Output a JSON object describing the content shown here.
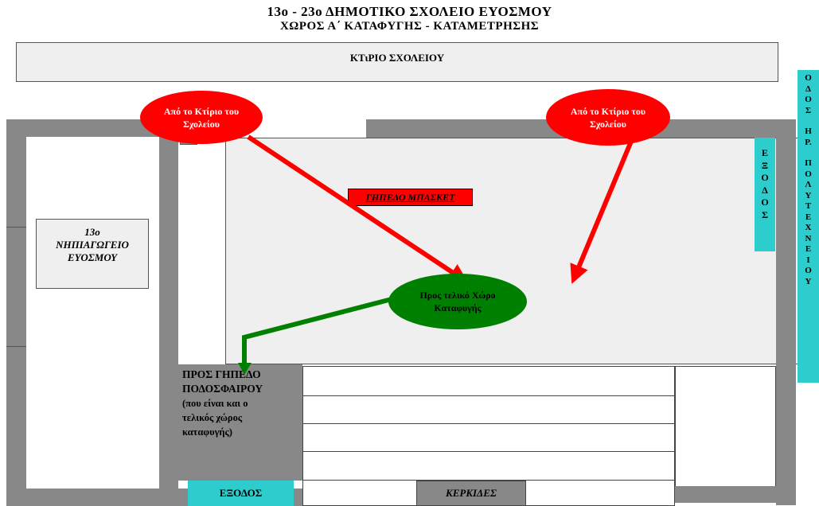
{
  "title": {
    "line1": "13ο - 23ο ΔΗΜΟΤΙΚΟ ΣΧΟΛΕΙΟ ΕΥΟΣΜΟΥ",
    "line2": "ΧΩΡΟΣ Α΄ ΚΑΤΑΦΥΓΗΣ - ΚΑΤΑΜΕΤΡΗΣΗΣ"
  },
  "school_building": "ΚΤιΡΙΟ ΣΧΟΛΕΙΟΥ",
  "kindergarten": {
    "line1": "13ο",
    "line2": "ΝΗΠΙΑΓΩΓΕΙΟ",
    "line3": "ΕΥΟΣΜΟΥ"
  },
  "basketball_court": "ΓΗΠΕΔΟ ΜΠΑΣΚΕΤ",
  "from_building_left": "Από το Κτίριο του Σχολείου",
  "from_building_right": "Από το Κτίριο του Σχολείου",
  "final_refuge": "Προς τελικό Χώρο Καταφυγής",
  "football": {
    "line1": "ΠΡΟΣ ΓΗΠΕΔΟ",
    "line2": "ΠΟΔΟΣΦΑΙΡΟΥ",
    "line3": "(που είναι και ο",
    "line4": "τελικός χώρος",
    "line5": "καταφυγής)"
  },
  "exit_bottom": "ΕΞΟΔΟΣ",
  "stands": "ΚΕΡΚΙΔΕΣ",
  "exit_side_letters": [
    "Ε",
    "Ξ",
    "Ο",
    "Δ",
    "Ο",
    "Σ"
  ],
  "street_letters": [
    "Ο",
    "Δ",
    "Ο",
    "Σ",
    "",
    "Η",
    "Ρ.",
    "",
    "Π",
    "Ο",
    "Λ",
    "Υ",
    "Τ",
    "Ε",
    "Χ",
    "Ν",
    "Ε",
    "Ι",
    "Ο",
    "Υ"
  ],
  "colors": {
    "red": "#ff0000",
    "green": "#008000",
    "cyan": "#2ecdcd",
    "wall": "#888888"
  }
}
